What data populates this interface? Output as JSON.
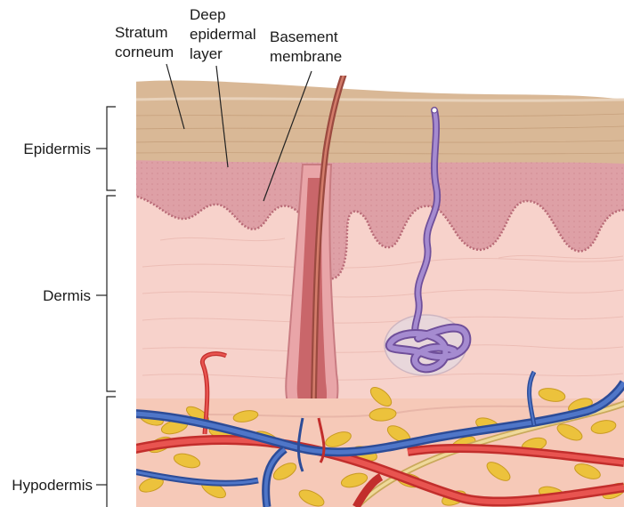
{
  "layers": {
    "epidermis": "Epidermis",
    "dermis": "Dermis",
    "hypodermis": "Hypodermis"
  },
  "callouts": {
    "stratum_corneum": [
      "Stratum",
      "corneum"
    ],
    "deep_epidermal": [
      "Deep",
      "epidermal",
      "layer"
    ],
    "basement_membrane": [
      "Basement",
      "membrane"
    ]
  },
  "colors": {
    "stratum": "#d9b896",
    "epidermis": "#dea0a6",
    "dermis": "#f7d2cb",
    "fat": "#ecc23c",
    "artery": "#e0403c",
    "vein": "#3e63b4",
    "nerve": "#e9cf85",
    "sweat_gland": "#9b7cc0",
    "hair": "#b0564a"
  }
}
